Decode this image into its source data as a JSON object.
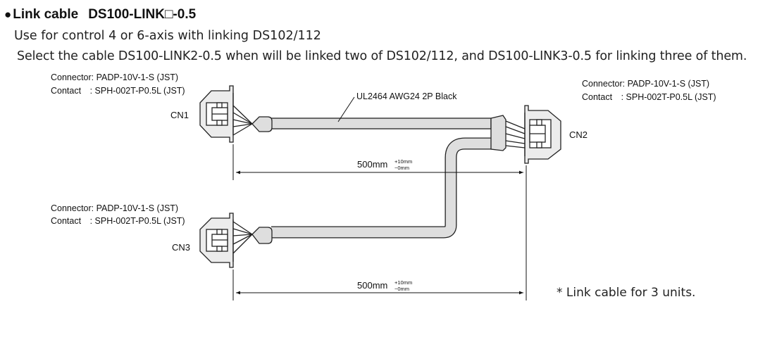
{
  "title": {
    "bullet": "●",
    "name": "Link cable",
    "model": "DS100-LINK□-0.5"
  },
  "description": {
    "line1": "Use for control 4 or 6-axis with linking DS102/112",
    "line2": "Select the cable DS100-LINK2-0.5 when will be linked two of DS102/112, and DS100-LINK3-0.5 for linking three of them."
  },
  "connectors": {
    "cn1": {
      "name": "CN1",
      "connector_label": "Connector: PADP-10V-1-S (JST)",
      "contact_label": "Contact　: SPH-002T-P0.5L (JST)"
    },
    "cn2": {
      "name": "CN2",
      "connector_label": "Connector: PADP-10V-1-S (JST)",
      "contact_label": "Contact　: SPH-002T-P0.5L (JST)"
    },
    "cn3": {
      "name": "CN3",
      "connector_label": "Connector: PADP-10V-1-S (JST)",
      "contact_label": "Contact　: SPH-002T-P0.5L (JST)"
    }
  },
  "cable": {
    "spec_label": "UL2464 AWG24 2P Black"
  },
  "dimensions": {
    "upper": {
      "length": "500mm",
      "tol_plus": "+10mm",
      "tol_minus": "−0mm"
    },
    "lower": {
      "length": "500mm",
      "tol_plus": "+10mm",
      "tol_minus": "−0mm"
    }
  },
  "note": "* Link cable for 3 units."
}
